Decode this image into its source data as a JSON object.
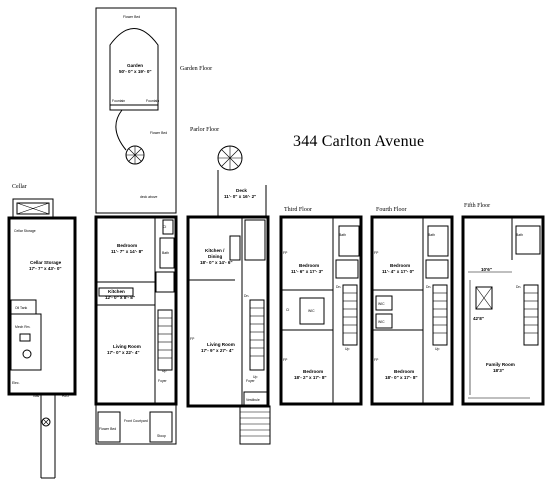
{
  "title": "344 Carlton Avenue",
  "floors": {
    "cellar": "Cellar",
    "garden": "Garden Floor",
    "parlor": "Parlor Floor",
    "third": "Third Floor",
    "fourth": "Fourth Floor",
    "fifth": "Fifth Floor"
  },
  "rooms": {
    "garden_name": "Garden",
    "garden_dim": "50'- 0\" x 19'- 0\"",
    "flower_bed": "Flower Bed",
    "fountain": "Fountain",
    "deck_above": "deck above",
    "cellar_storage_name": "Cellar Storage",
    "cellar_storage_dim": "17'- 7\" x 43'- 0\"",
    "oil_tank": "Oil Tank",
    "mech_rm": "Mech Rm.",
    "elec": "Elec.",
    "gas": "Gas",
    "h2o": "H2O",
    "bedroom": "Bedroom",
    "garden_bedroom_dim": "11'- 7\" x 14'- 8\"",
    "kitchen": "Kitchen",
    "garden_kitchen_dim": "12'- 0\" x 8'- 8\"",
    "living_room": "Living Room",
    "garden_living_dim": "17'- 0\" x 22'- 4\"",
    "foyer": "Foyer",
    "front_courtyard": "Front Courtyard",
    "stoop": "Stoop",
    "bath": "Bath",
    "cl": "Cl",
    "up": "Up",
    "dn": "Dn.",
    "deck_name": "Deck",
    "deck_dim": "11'- 0\" x 16'- 2\"",
    "kitchen_dining_1": "Kitchen /",
    "kitchen_dining_2": "Dining",
    "parlor_kitchen_dim": "18'- 0\" x 14'- 6\"",
    "parlor_living_dim": "17'- 9\" x 27'- 4\"",
    "vestibule": "Vestibule",
    "fp": "FP",
    "wic": "WIC",
    "third_bed_rear_dim": "11'- 6\" x 17'- 3\"",
    "third_bed_front_dim": "18'- 2\" x 17'- 8\"",
    "fourth_bed_rear_dim": "11'- 4\" x 17'- 0\"",
    "fourth_bed_front_dim": "18'- 0\" x 17'- 8\"",
    "family_room": "Family Room",
    "dim_10": "10'6\"",
    "dim_42": "42'8\"",
    "dim_18": "18'3\""
  }
}
